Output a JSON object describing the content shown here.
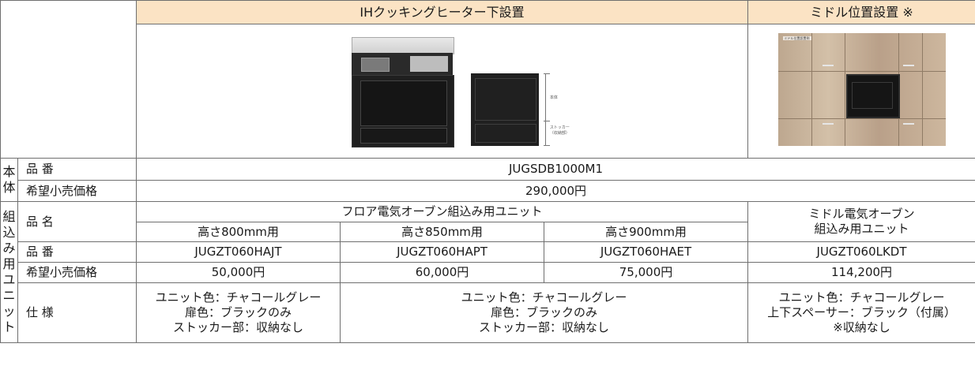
{
  "header": {
    "ih_title": "IHクッキングヒーター下設置",
    "middle_title": "ミドル位置設置 ※"
  },
  "images": {
    "ih_install": {
      "kind": "product-photo",
      "body_label": "本体",
      "stocker_label": "ストッカー",
      "stocker_sub": "（収納部）"
    },
    "middle_install": {
      "kind": "product-photo",
      "tag": "ミドル位置設置例"
    }
  },
  "main_unit": {
    "label_chars": [
      "本",
      "体"
    ],
    "part_label": "品 番",
    "part_number": "JUGSDB1000M1",
    "price_label": "希望小売価格",
    "price": "290,000円"
  },
  "built_in_unit": {
    "label_chars": [
      "組",
      "込",
      "み",
      "用",
      "ユ",
      "ニ",
      "ッ",
      "ト"
    ],
    "name_label": "品 名",
    "floor_name": "フロア電気オーブン組込み用ユニット",
    "middle_name_line1": "ミドル電気オーブン",
    "middle_name_line2": "組込み用ユニット",
    "heights": [
      "高さ800mm用",
      "高さ850mm用",
      "高さ900mm用"
    ],
    "part_label": "品 番",
    "part_numbers": [
      "JUGZT060HAJT",
      "JUGZT060HAPT",
      "JUGZT060HAET",
      "JUGZT060LKDT"
    ],
    "price_label": "希望小売価格",
    "prices": [
      "50,000円",
      "60,000円",
      "75,000円",
      "114,200円"
    ],
    "spec_label": "仕 様",
    "spec_800": [
      "ユニット色：チャコールグレー",
      "扉色：ブラックのみ",
      "ストッカー部：収納なし"
    ],
    "spec_850_900": [
      "ユニット色：チャコールグレー",
      "扉色：ブラックのみ",
      "ストッカー部：収納なし"
    ],
    "spec_middle": [
      "ユニット色：チャコールグレー",
      "上下スペーサー：ブラック（付属）",
      "※収納なし"
    ]
  }
}
